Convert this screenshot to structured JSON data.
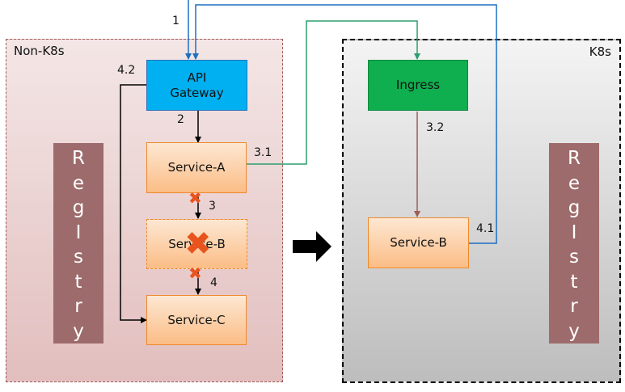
{
  "regions": {
    "non_k8s_label": "Non-K8s",
    "k8s_label": "K8s"
  },
  "nodes": {
    "api_gateway": "API\nGateway",
    "service_a": "Service-A",
    "service_b_old": "Service-B",
    "service_c": "Service-C",
    "ingress": "Ingress",
    "service_b_new": "Service-B"
  },
  "registry_letters": [
    "R",
    "e",
    "g",
    "I",
    "s",
    "t",
    "r",
    "y"
  ],
  "steps": {
    "s1": "1",
    "s2": "2",
    "s3": "3",
    "s4": "4",
    "s31": "3.1",
    "s32": "3.2",
    "s41": "4.1",
    "s42": "4.2"
  },
  "colors": {
    "api_gateway": "#00b0f0",
    "ingress": "#0fae4f",
    "service": "#fbbd86",
    "service_border": "#ee8a2c",
    "registry": "#9d6b6b",
    "line_green": "#2e9e6e",
    "line_blue": "#1f6fc0",
    "line_brown": "#9c5d55",
    "fail_mark": "#e8541e"
  }
}
